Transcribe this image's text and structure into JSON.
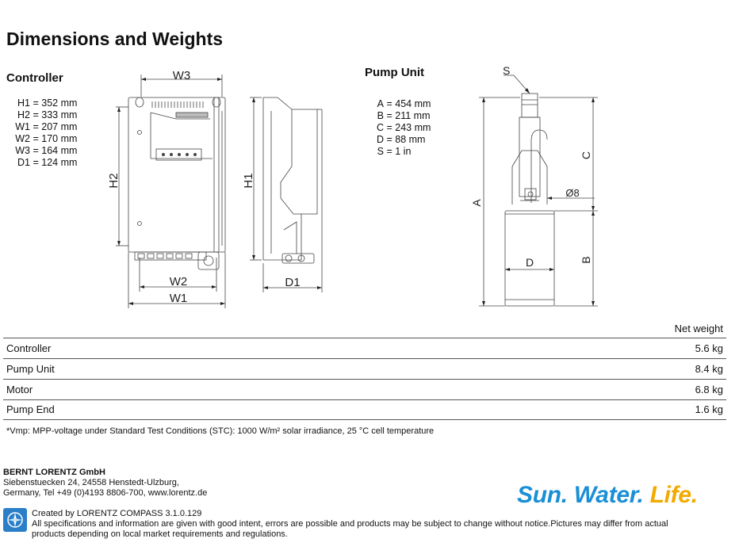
{
  "title": "Dimensions and Weights",
  "controller": {
    "heading": "Controller",
    "specs": [
      {
        "key": "H1",
        "value": "352 mm"
      },
      {
        "key": "H2",
        "value": "333 mm"
      },
      {
        "key": "W1",
        "value": "207 mm"
      },
      {
        "key": "W2",
        "value": "170 mm"
      },
      {
        "key": "W3",
        "value": "164 mm"
      },
      {
        "key": "D1",
        "value": "124 mm"
      }
    ],
    "drawing_labels": {
      "w3": "W3",
      "h2": "H2",
      "h1": "H1",
      "w2": "W2",
      "w1": "W1",
      "d1": "D1"
    }
  },
  "pump_unit": {
    "heading": "Pump Unit",
    "specs": [
      {
        "key": "A",
        "value": "454 mm"
      },
      {
        "key": "B",
        "value": "211 mm"
      },
      {
        "key": "C",
        "value": "243 mm"
      },
      {
        "key": "D",
        "value": "88 mm"
      },
      {
        "key": "S",
        "value": "1 in"
      }
    ],
    "drawing_labels": {
      "s": "S",
      "a": "A",
      "b": "B",
      "c": "C",
      "d": "D",
      "dia": "Ø8"
    }
  },
  "weights": {
    "header": "Net weight",
    "rows": [
      {
        "label": "Controller",
        "value": "5.6 kg"
      },
      {
        "label": "Pump Unit",
        "value": "8.4 kg"
      },
      {
        "label": "Motor",
        "value": "6.8 kg"
      },
      {
        "label": "Pump End",
        "value": "1.6 kg"
      }
    ]
  },
  "footnote": "*Vmp: MPP-voltage under Standard Test Conditions (STC): 1000 W/m² solar irradiance, 25 °C cell temperature",
  "company": {
    "name": "BERNT LORENTZ GmbH",
    "address": "Siebenstuecken 24, 24558 Henstedt-Ulzburg,",
    "contact": "Germany, Tel +49 (0)4193 8806-700, www.lorentz.de"
  },
  "slogan": {
    "part1": "Sun. Water. ",
    "part2": "Life."
  },
  "created_by": "Created by LORENTZ COMPASS 3.1.0.129",
  "disclaimer_line1": "All specifications and information are given with good intent, errors are possible and products may be subject to change without notice.Pictures may differ from actual",
  "disclaimer_line2": "products depending on local market requirements and regulations.",
  "colors": {
    "slogan_blue": "#1a8fd6",
    "slogan_yellow": "#f2a900",
    "logo_blue": "#2a7fc8"
  },
  "icons": {
    "company_logo": "compass-logo-icon"
  }
}
